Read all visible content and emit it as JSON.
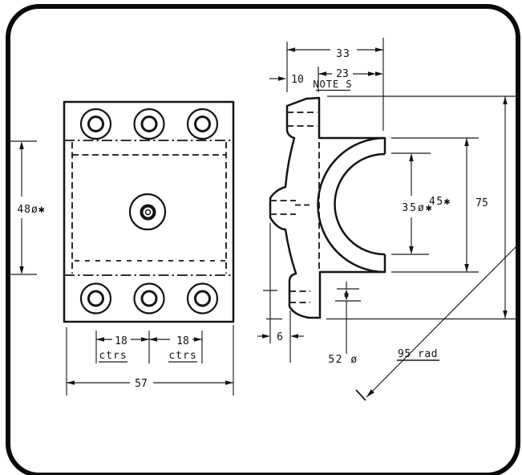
{
  "colors": {
    "ink": "#141414",
    "background": "#ffffff",
    "frame": "#0a0a0a"
  },
  "front_view": {
    "dims": {
      "plate_height_dia": "48ø✱",
      "hole_pitch_left": "18",
      "hole_pitch_left_suffix": "ctrs",
      "hole_pitch_right": "18",
      "hole_pitch_right_suffix": "ctrs",
      "plate_width": "57"
    }
  },
  "side_view": {
    "dims": {
      "overall_depth": "33",
      "flange_thickness": "10",
      "boss_depth": "23",
      "boss_note": "NOTE S",
      "bore_dia": "35ø✱",
      "boss_height": "45✱",
      "overall_height": "75",
      "tab_offset": "6",
      "small_hole_dia": "52 ø",
      "profile_radius": "95 rad"
    }
  }
}
